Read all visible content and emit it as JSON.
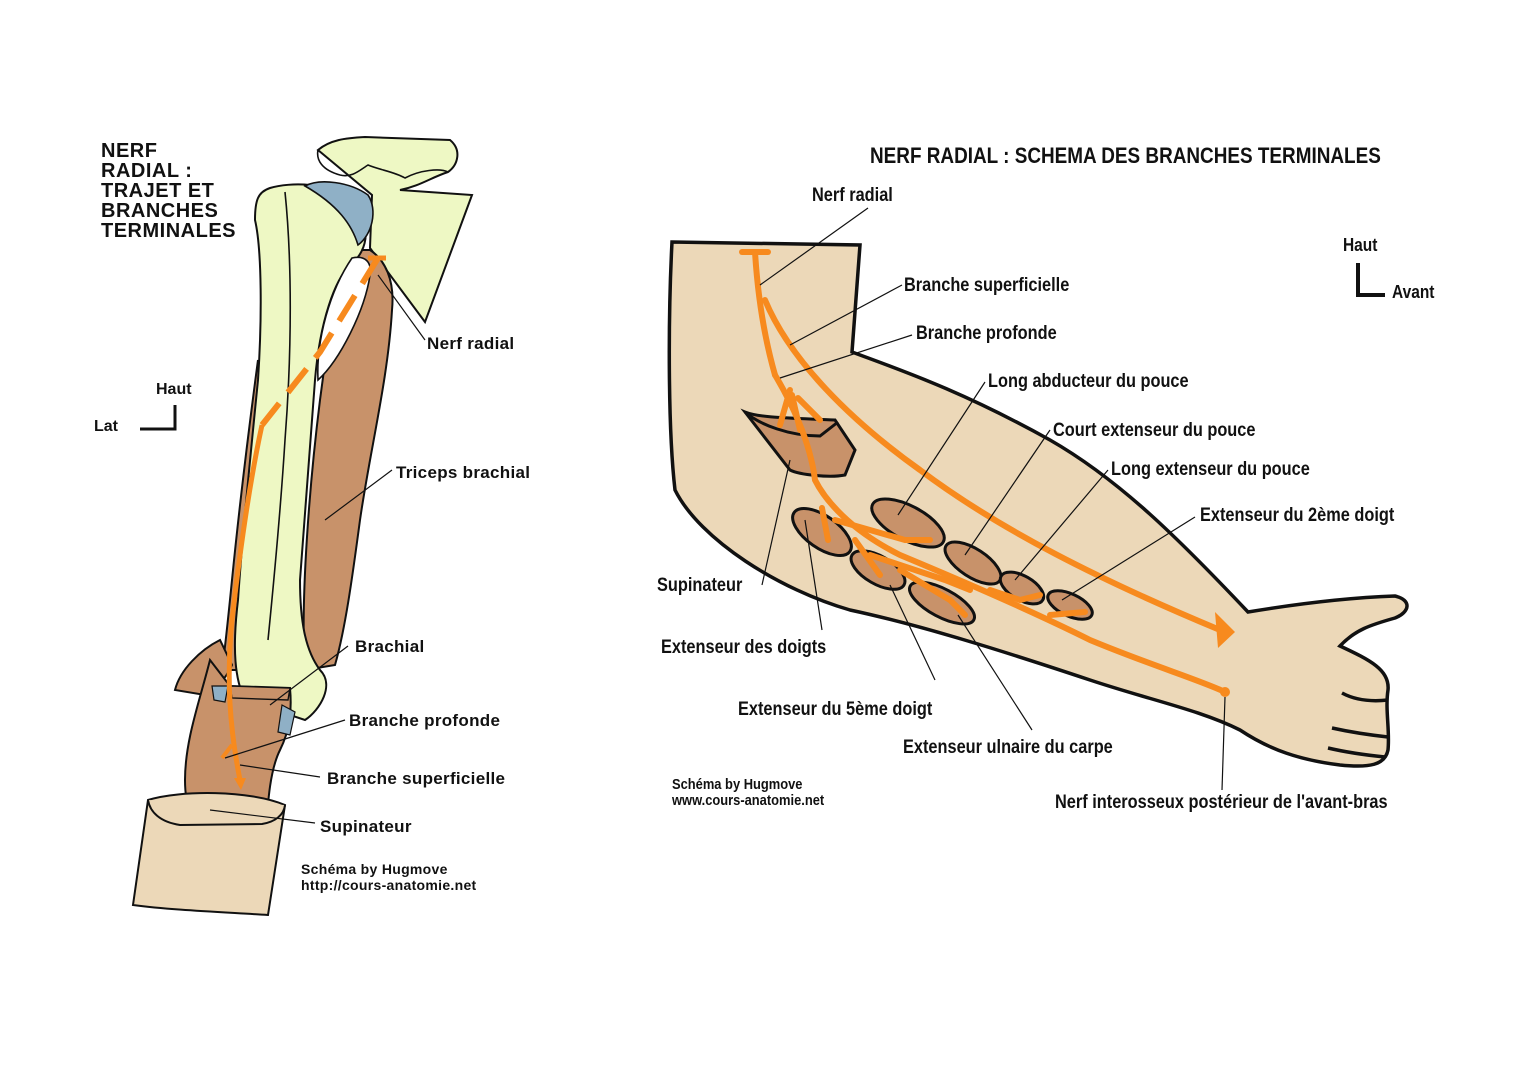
{
  "left_figure": {
    "title": [
      "NERF",
      "RADIAL :",
      "TRAJET ET",
      "BRANCHES",
      "TERMINALES"
    ],
    "orientation": {
      "up": "Haut",
      "side": "Lat"
    },
    "labels": {
      "nerf_radial": "Nerf radial",
      "triceps": "Triceps brachial",
      "brachial": "Brachial",
      "branche_profonde": "Branche profonde",
      "branche_superficielle": "Branche superficielle",
      "supinateur": "Supinateur"
    },
    "credit": [
      "Schéma by Hugmove",
      "http://cours-anatomie.net"
    ]
  },
  "right_figure": {
    "title": "NERF RADIAL : SCHEMA DES BRANCHES TERMINALES",
    "orientation": {
      "up": "Haut",
      "side": "Avant"
    },
    "labels": {
      "nerf_radial": "Nerf radial",
      "branche_superficielle": "Branche superficielle",
      "branche_profonde": "Branche profonde",
      "long_abducteur": "Long abducteur du pouce",
      "court_extenseur": "Court extenseur du pouce",
      "long_extenseur": "Long extenseur du pouce",
      "extenseur_2": "Extenseur du 2ème doigt",
      "supinateur": "Supinateur",
      "extenseur_doigts": "Extenseur des doigts",
      "extenseur_5": "Extenseur du 5ème doigt",
      "extenseur_ulnaire": "Extenseur ulnaire du carpe",
      "nerf_interosseux": "Nerf interosseux postérieur de l'avant-bras"
    },
    "credit": [
      "Schéma by Hugmove",
      "www.cours-anatomie.net"
    ]
  },
  "colors": {
    "bone": "#eef8c4",
    "muscle": "#c8926a",
    "cartilage": "#8fb0c6",
    "skin": "#ecd8b8",
    "nerve": "#f78a1e",
    "outline": "#111111"
  }
}
